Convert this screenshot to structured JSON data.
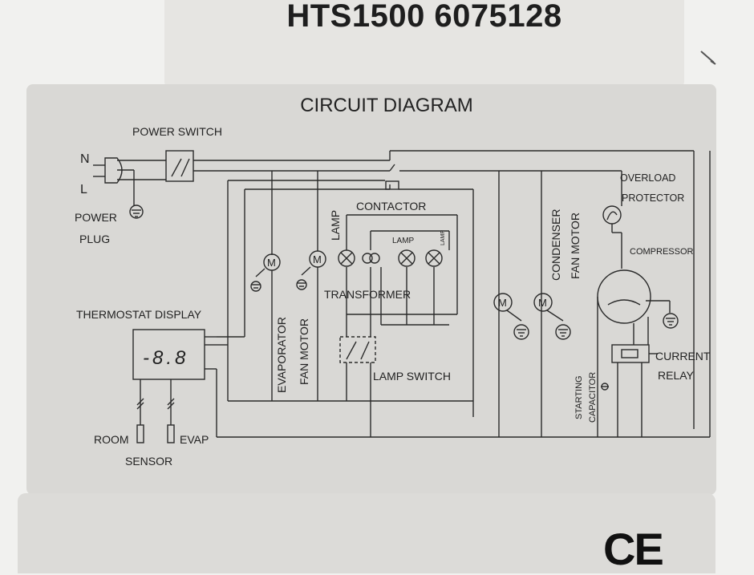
{
  "model_code": "HTS1500 6075128",
  "diagram": {
    "title": "CIRCUIT DIAGRAM",
    "labels": {
      "power_switch": "POWER SWITCH",
      "n": "N",
      "l": "L",
      "power": "POWER",
      "plug": "PLUG",
      "contactor": "CONTACTOR",
      "lamp": "LAMP",
      "lamp_small": "LAMP",
      "lamp_tiny": "LAMP",
      "transformer": "TRANSFORMER",
      "evaporator": "EVAPORATOR",
      "fan_motor_evap": "FAN MOTOR",
      "condenser": "CONDENSER",
      "fan_motor_cond": "FAN MOTOR",
      "overload": "OVERLOAD",
      "protector": "PROTECTOR",
      "compressor": "COMPRESSOR",
      "thermostat_display": "THERMOSTAT DISPLAY",
      "display_readout": "-8.8",
      "lamp_switch": "LAMP SWITCH",
      "current": "CURRENT",
      "relay": "RELAY",
      "starting": "STARTING",
      "capacitor": "CAPACITOR",
      "room": "ROOM",
      "evap": "EVAP",
      "sensor": "SENSOR",
      "motor_symbol": "M"
    }
  },
  "certification_mark": "CE"
}
